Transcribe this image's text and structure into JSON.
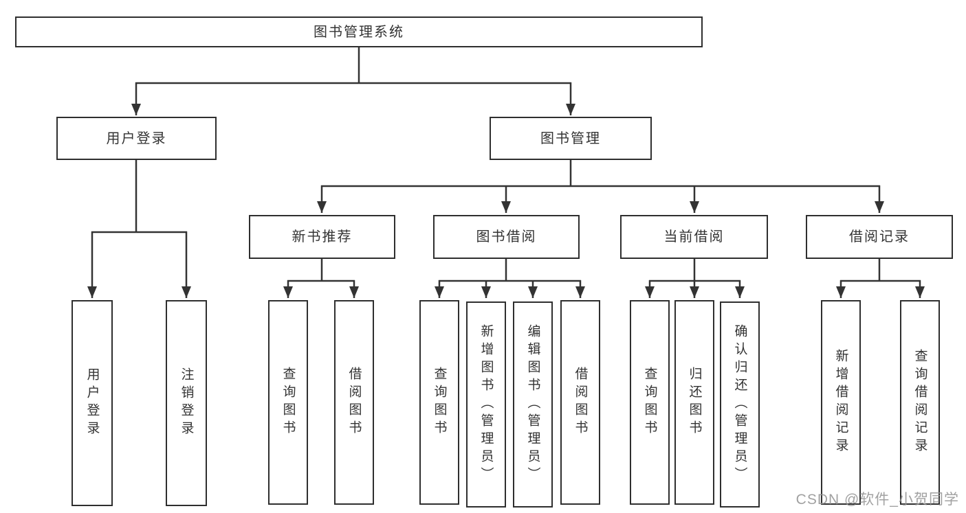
{
  "nodes": {
    "root": "图书管理系统",
    "level2": [
      "用户登录",
      "图书管理"
    ],
    "level3": [
      "新书推荐",
      "图书借阅",
      "当前借阅",
      "借阅记录"
    ],
    "leaves": [
      "用户登录",
      "注销登录",
      "查询图书",
      "借阅图书",
      "查询图书",
      "新增图书（管理员）",
      "编辑图书（管理员）",
      "借阅图书",
      "查询图书",
      "归还图书",
      "确认归还（管理员）",
      "新增借阅记录",
      "查询借阅记录"
    ]
  },
  "colors": {
    "line": "#333333",
    "border": "#2e2e2e",
    "text": "#333333",
    "watermark": "#949494"
  },
  "watermark": "CSDN @软件_小贺同学"
}
